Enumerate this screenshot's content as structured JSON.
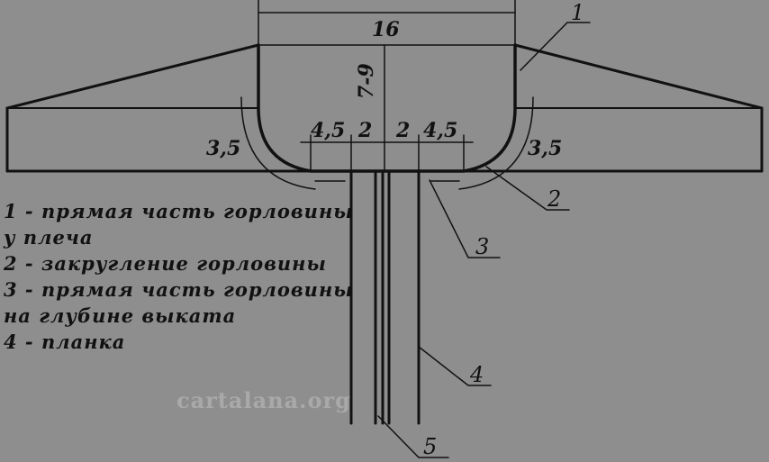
{
  "dimensions": {
    "width_16": "16",
    "depth_7_9": "7-9",
    "radius_left": "3,5",
    "radius_right": "3,5",
    "seg_left_4_5": "4,5",
    "seg_left_2": "2",
    "seg_right_2": "2",
    "seg_right_4_5": "4,5"
  },
  "callouts": [
    "1",
    "2",
    "3",
    "4",
    "5"
  ],
  "legend": [
    "1 - прямая часть горловины",
    "у плеча",
    "2 - закругление горловины",
    "3 - прямая часть горловины",
    "на глубине выката",
    "4 - планка"
  ],
  "watermark": "cartalana.org",
  "colors": {
    "background": "#8e8e8e",
    "line": "#111111",
    "watermark": "#a9a9a9"
  }
}
